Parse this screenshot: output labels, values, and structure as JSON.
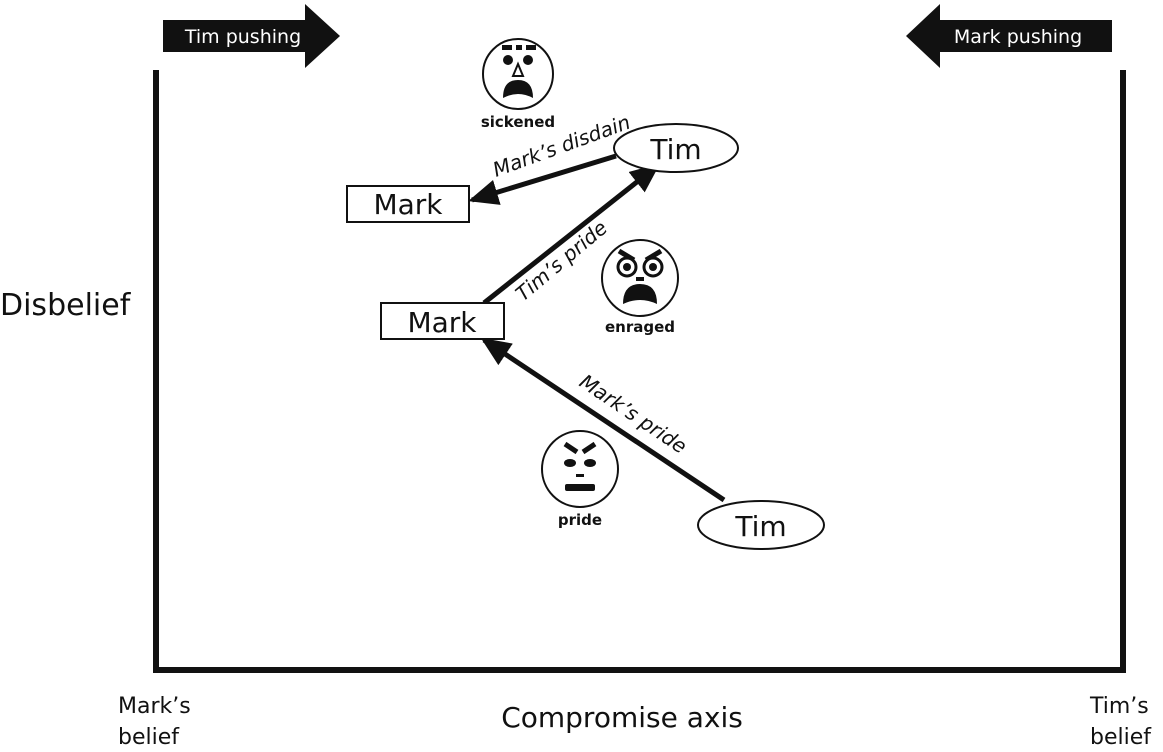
{
  "arrows": {
    "tim_pushing": "Tim pushing",
    "mark_pushing": "Mark pushing"
  },
  "axes": {
    "y_label": "Disbelief",
    "x_label": "Compromise axis",
    "left_end": [
      "Mark’s",
      "belief"
    ],
    "right_end": [
      "Tim’s",
      "belief"
    ]
  },
  "nodes": {
    "tim_top": "Tim",
    "mark_top": "Mark",
    "mark_mid": "Mark",
    "tim_bottom": "Tim"
  },
  "edges": {
    "marks_disdain": "Mark’s disdain",
    "tims_pride": "Tim’s pride",
    "marks_pride": "Mark’s pride"
  },
  "faces": {
    "sickened": "sickened",
    "enraged": "enraged",
    "pride": "pride"
  }
}
